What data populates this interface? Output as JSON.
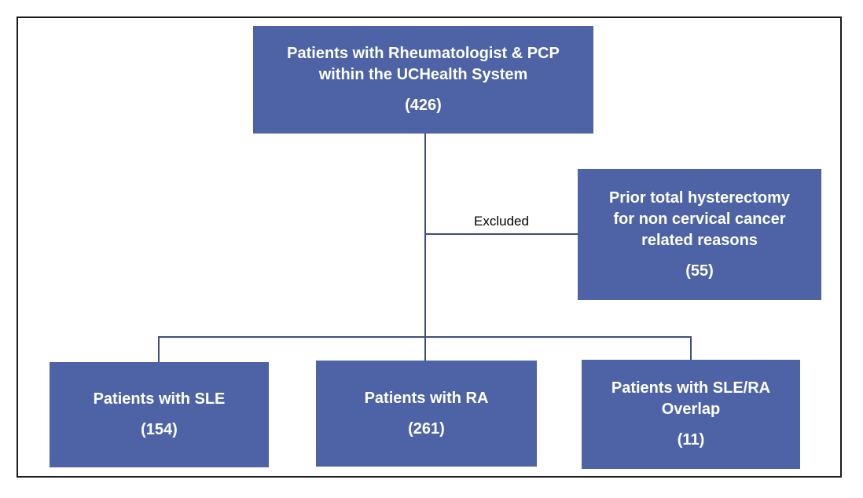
{
  "diagram": {
    "type": "flowchart",
    "edge_label": "Excluded",
    "colors": {
      "box_fill": "#4E63A6",
      "box_text": "#FFFFFF",
      "connector_line": "#3E4E80",
      "frame_border": "#1C1C1C",
      "edge_label_text": "#000000",
      "background": "#FFFFFF"
    },
    "nodes": {
      "root": {
        "lines": [
          "Patients with Rheumatologist & PCP",
          "within the UCHealth System"
        ],
        "count": "(426)",
        "value": 426
      },
      "excluded": {
        "lines": [
          "Prior total hysterectomy",
          "for non cervical cancer",
          "related reasons"
        ],
        "count": "(55)",
        "value": 55
      },
      "sle": {
        "lines": [
          "Patients with SLE"
        ],
        "count": "(154)",
        "value": 154
      },
      "ra": {
        "lines": [
          "Patients with RA"
        ],
        "count": "(261)",
        "value": 261
      },
      "overlap": {
        "lines": [
          "Patients with SLE/RA",
          "Overlap"
        ],
        "count": "(11)",
        "value": 11
      }
    }
  }
}
